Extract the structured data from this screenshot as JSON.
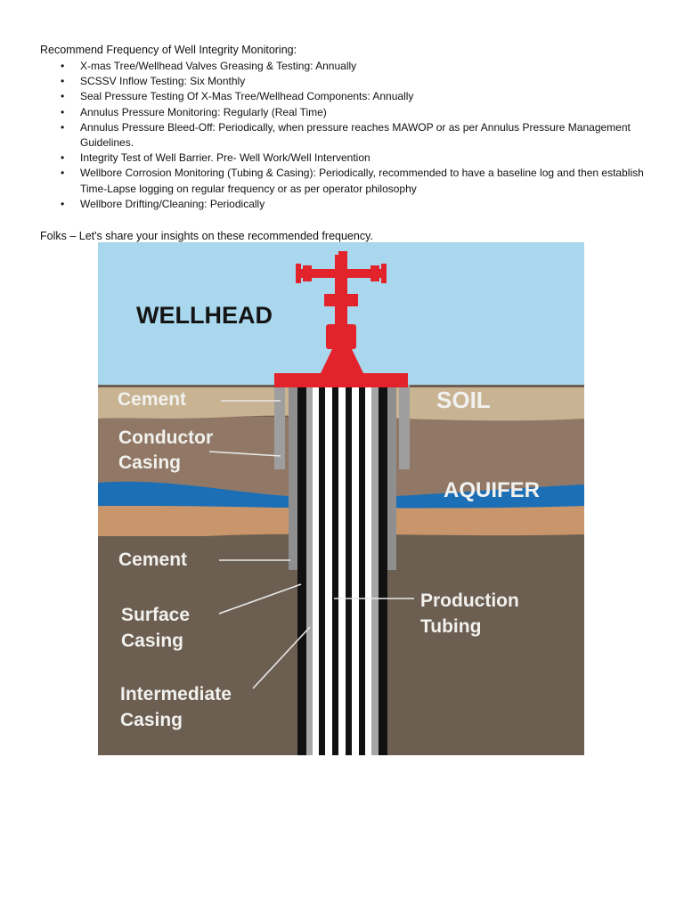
{
  "heading": "Recommend Frequency of Well Integrity Monitoring:",
  "items": [
    "X-mas Tree/Wellhead Valves Greasing & Testing: Annually",
    "SCSSV Inflow Testing: Six Monthly",
    "Seal Pressure Testing Of X-Mas Tree/Wellhead Components: Annually",
    "Annulus Pressure Monitoring: Regularly (Real Time)",
    "Annulus Pressure Bleed-Off: Periodically, when pressure reaches MAWOP or as per Annulus Pressure Management Guidelines.",
    "Integrity Test of Well Barrier. Pre- Well Work/Well Intervention",
    "Wellbore Corrosion Monitoring (Tubing & Casing): Periodically, recommended to have a baseline log and then establish Time-Lapse logging on regular frequency or as per operator philosophy",
    "Wellbore Drifting/Cleaning: Periodically"
  ],
  "closing": "Folks – Let's share your insights on these recommended frequency.",
  "diagram": {
    "wellhead": "WELLHEAD",
    "soil": "SOIL",
    "aquifer": "AQUIFER",
    "cement_top": "Cement",
    "conductor_line1": "Conductor",
    "conductor_line2": "Casing",
    "cement_mid": "Cement",
    "surface_line1": "Surface",
    "surface_line2": "Casing",
    "intermediate_line1": "Intermediate",
    "intermediate_line2": "Casing",
    "production_line1": "Production",
    "production_line2": "Tubing",
    "colors": {
      "sky": "#a9d7ee",
      "wellhead_red": "#e2232b",
      "soil_top": "#c8b393",
      "soil_mid": "#917866",
      "aquifer": "#1d6fb5",
      "tan_layer": "#c8966a",
      "deep_rock": "#6c5e51",
      "casing_gray": "#9e9e9e"
    }
  }
}
